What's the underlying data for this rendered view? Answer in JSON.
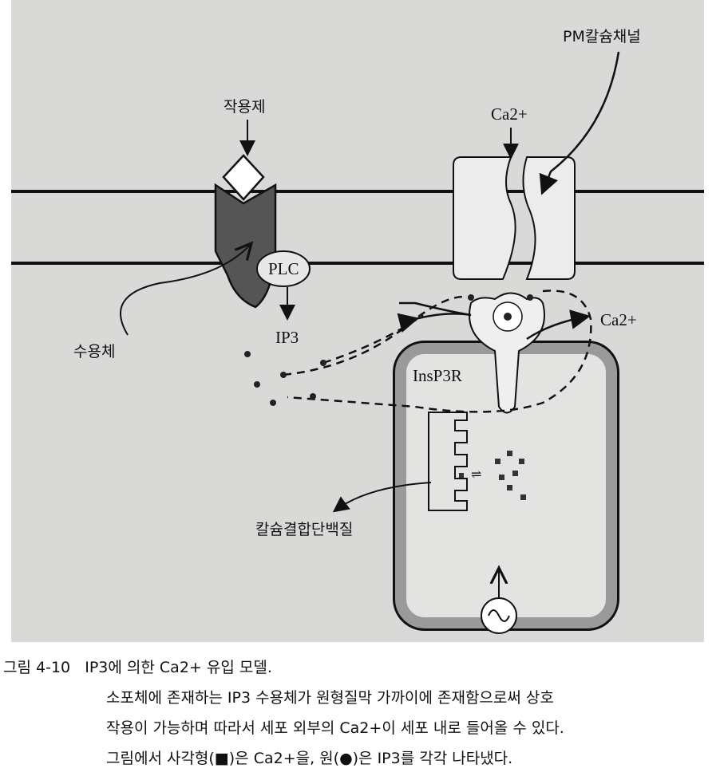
{
  "figure": {
    "labels": {
      "agonist": "작용제",
      "receptor": "수용체",
      "plc": "PLC",
      "ip3": "IP3",
      "ca_top": "Ca2+",
      "pm_channel": "PM칼슘채널",
      "ca_right": "Ca2+",
      "insp3r": "InsP3R",
      "binding_protein": "칼슘결합단백질"
    }
  },
  "caption": {
    "number": "그림 4-10",
    "title": "IP3에 의한 Ca2+ 유입 모델.",
    "lines": [
      "소포체에 존재하는 IP3 수용체가 원형질막 가까이에 존재함으로써 상호",
      "작용이 가능하며 따라서 세포 외부의 Ca2+이 세포 내로 들어올 수 있다.",
      "그림에서 사각형(■)은 Ca2+을, 원(●)은 IP3를 각각 나타냈다."
    ]
  }
}
